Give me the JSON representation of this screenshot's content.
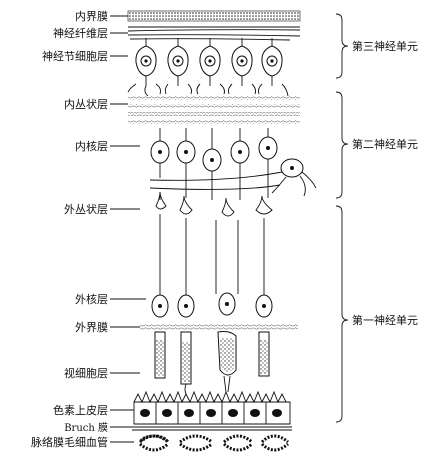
{
  "layers": [
    {
      "id": "ilm",
      "label": "内界膜"
    },
    {
      "id": "nfl",
      "label": "神经纤维层"
    },
    {
      "id": "gcl",
      "label": "神经节细胞层"
    },
    {
      "id": "ipl",
      "label": "内丛状层"
    },
    {
      "id": "inl",
      "label": "内核层"
    },
    {
      "id": "opl",
      "label": "外丛状层"
    },
    {
      "id": "onl",
      "label": "外核层"
    },
    {
      "id": "elm",
      "label": "外界膜"
    },
    {
      "id": "pr",
      "label": "视细胞层"
    },
    {
      "id": "rpe",
      "label": "色素上皮层"
    },
    {
      "id": "bm",
      "label": "Bruch 膜"
    },
    {
      "id": "cc",
      "label": "脉络膜毛细血管"
    }
  ],
  "units": [
    {
      "id": "third",
      "label": "第三神经单元"
    },
    {
      "id": "second",
      "label": "第二神经单元"
    },
    {
      "id": "first",
      "label": "第一神经单元"
    }
  ]
}
